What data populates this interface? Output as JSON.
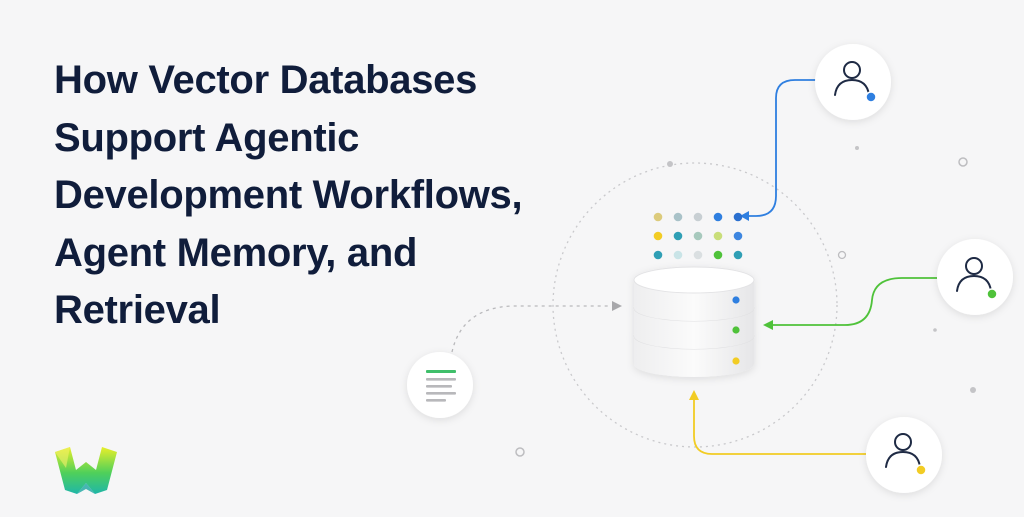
{
  "title_lines": [
    "How Vector Databases",
    "Support Agentic",
    "Development Workflows,",
    "Agent Memory, and",
    "Retrieval"
  ],
  "illustration": {
    "icons": [
      "user-icon",
      "user-icon",
      "user-icon",
      "document-icon",
      "database-icon",
      "vector-grid-icon",
      "logo-icon"
    ],
    "colors": {
      "blue": "#2f7fe0",
      "green": "#4fc23a",
      "yellow": "#f2cc24",
      "teal": "#2f9fb5",
      "title": "#101d3b"
    }
  }
}
